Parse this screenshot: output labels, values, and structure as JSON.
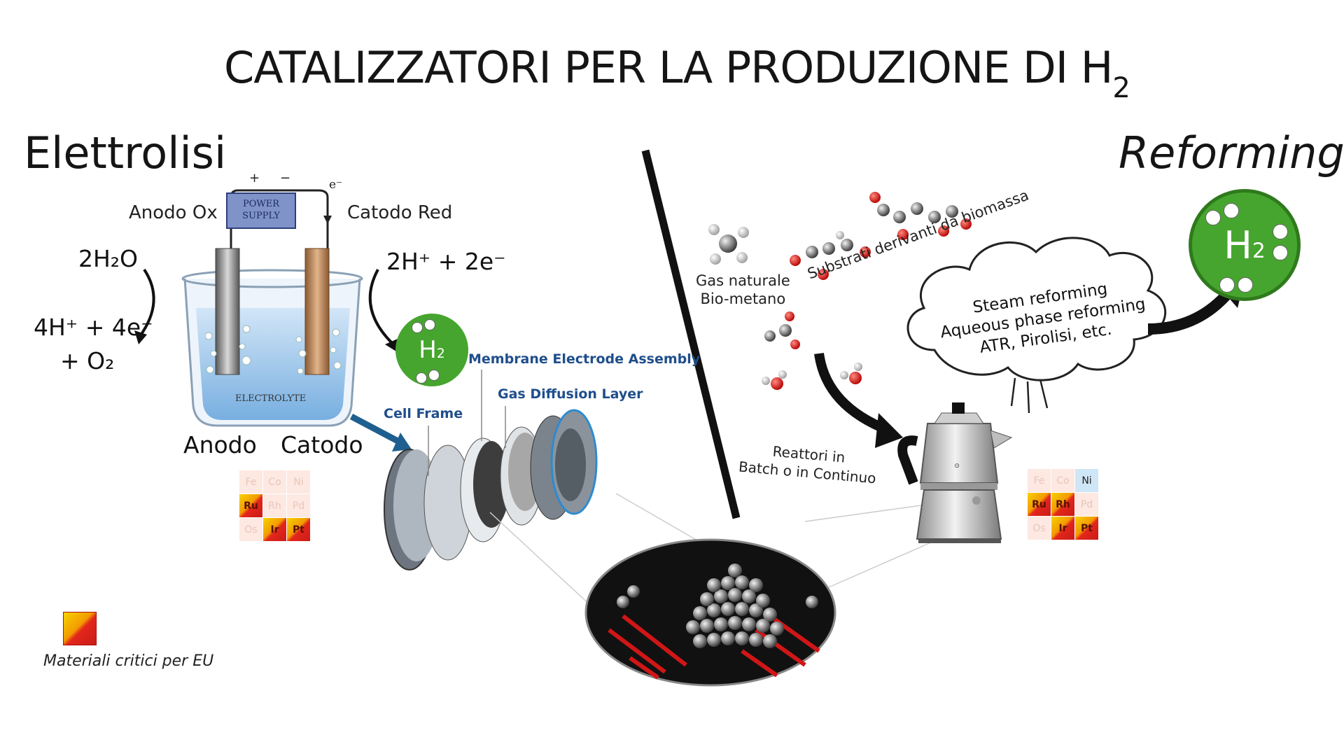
{
  "title": {
    "main": "CATALIZZATORI PER LA PRODUZIONE DI H",
    "sub": "2"
  },
  "left": {
    "heading": "Elettrolisi",
    "power_supply": "POWER SUPPLY",
    "plus": "+",
    "minus": "−",
    "electron": "e⁻",
    "anodo_ox": "Anodo Ox",
    "catodo_red": "Catodo Red",
    "electrolyte": "ELECTROLYTE",
    "anodo": "Anodo",
    "catodo": "Catodo",
    "eq_water": "2H₂O",
    "eq_products_1": "4H⁺ + 4e⁻",
    "eq_products_2": "+ O₂",
    "eq_cathode": "2H⁺ + 2e⁻",
    "h2_label": "H",
    "h2_sub": "2",
    "mea_label": "Membrane Electrode Assembly",
    "gdl_label": "Gas Diffusion Layer",
    "cell_frame_label": "Cell Frame",
    "periodic_table": [
      "Fe",
      "Co",
      "Ni",
      "Ru",
      "Rh",
      "Pd",
      "Os",
      "Ir",
      "Pt"
    ],
    "critical_legend": "Materiali critici per EU"
  },
  "right": {
    "heading": "Reforming",
    "gas_label_1": "Gas naturale",
    "gas_label_2": "Bio-metano",
    "biomass_label": "Substrati derivanti da biomassa",
    "cloud_line_1": "Steam reforming",
    "cloud_line_2": "Aqueous phase reforming",
    "cloud_line_3": "ATR, Pirolisi, etc.",
    "reactor_line_1": "Reattori in",
    "reactor_line_2": "Batch o in Continuo",
    "h2_label": "H",
    "h2_sub": "2",
    "periodic_table": [
      "Fe",
      "Co",
      "Ni",
      "Ru",
      "Rh",
      "Pd",
      "Os",
      "Ir",
      "Pt"
    ]
  },
  "colors": {
    "h2_green": "#46a52e",
    "critical_red": "#e3261c",
    "critical_yellow": "#f6d300",
    "label_blue": "#1f4e8c",
    "divider": "#111111"
  }
}
